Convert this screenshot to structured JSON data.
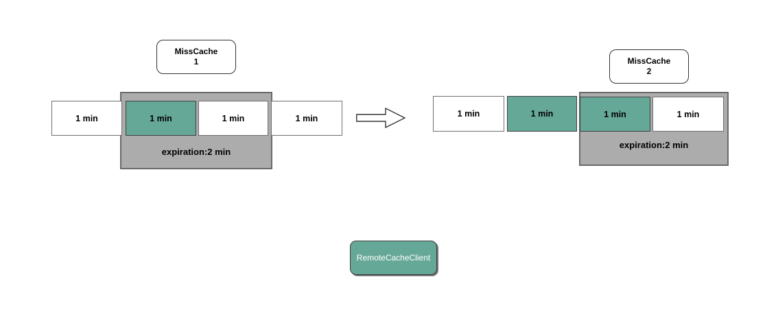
{
  "left_group": {
    "title": {
      "line1": "MissCache",
      "line2": "1"
    },
    "expiration_label": "expiration:2 min",
    "cells": [
      {
        "label": "1 min",
        "variant": "white"
      },
      {
        "label": "1 min",
        "variant": "teal"
      },
      {
        "label": "1 min",
        "variant": "white"
      },
      {
        "label": "1 min",
        "variant": "white"
      }
    ]
  },
  "right_group": {
    "title": {
      "line1": "MissCache",
      "line2": "2"
    },
    "expiration_label": "expiration:2 min",
    "cells": [
      {
        "label": "1 min",
        "variant": "white"
      },
      {
        "label": "1 min",
        "variant": "teal"
      },
      {
        "label": "1 min",
        "variant": "teal"
      },
      {
        "label": "1 min",
        "variant": "white"
      }
    ]
  },
  "client": {
    "label": "RemoteCacheClient"
  },
  "icons": {
    "arrow": "right-block-arrow"
  },
  "colors": {
    "teal": "#66a897",
    "gray": "#acacac",
    "gray_border": "#696969",
    "box_border": "#333333",
    "background": "#ffffff"
  }
}
